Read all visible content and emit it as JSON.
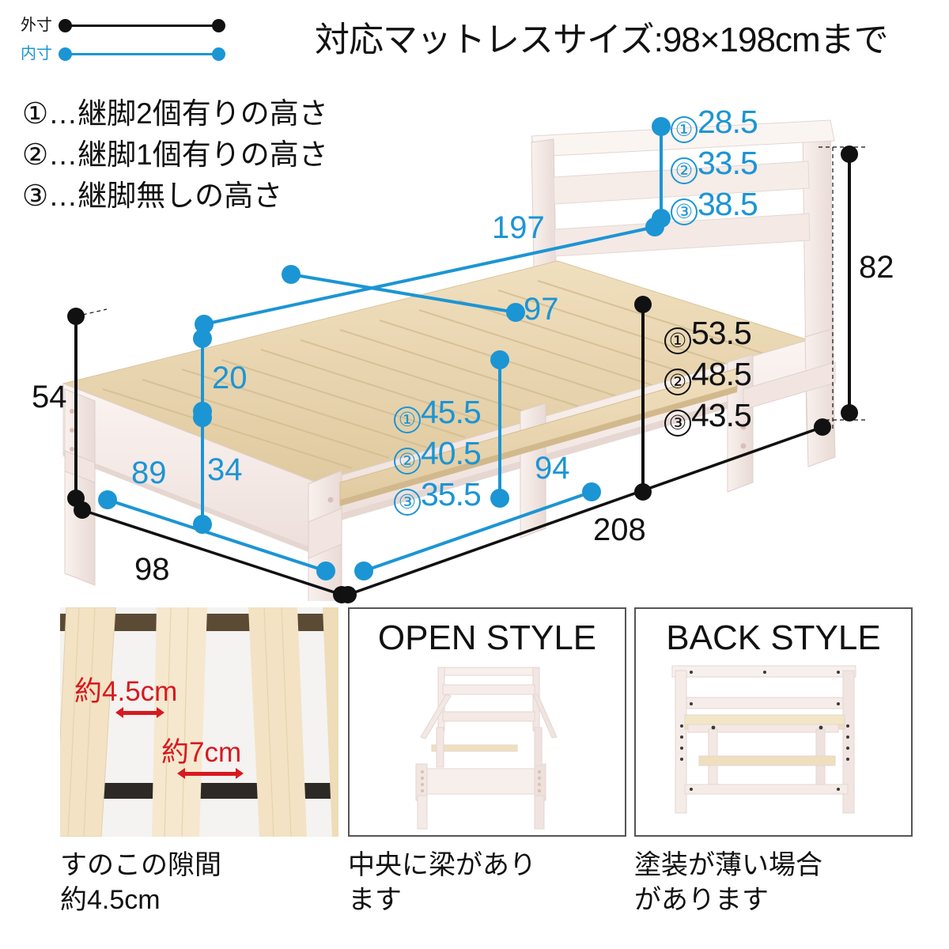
{
  "legend": {
    "outer": {
      "label": "外寸",
      "color": "#111111"
    },
    "inner": {
      "label": "内寸",
      "color": "#1c95d4"
    }
  },
  "title": "対応マットレスサイズ:98×198cmまで",
  "notes": [
    "①…継脚2個有りの高さ",
    "②…継脚1個有りの高さ",
    "③…継脚無しの高さ"
  ],
  "colors": {
    "outer_black": "#111111",
    "inner_blue": "#1c95d4",
    "red_annotation": "#d71920",
    "frame_white": "#f6ece9",
    "slat_wood": "#e9d6b2"
  },
  "dimensions": {
    "headboard_blue": {
      "type": "inner",
      "rows": [
        {
          "circle": "①",
          "value": "28.5"
        },
        {
          "circle": "②",
          "value": "33.5"
        },
        {
          "circle": "③",
          "value": "38.5"
        }
      ]
    },
    "under_bed_black": {
      "type": "outer",
      "rows": [
        {
          "circle": "①",
          "value": "53.5"
        },
        {
          "circle": "②",
          "value": "48.5"
        },
        {
          "circle": "③",
          "value": "43.5"
        }
      ]
    },
    "clearance_blue": {
      "type": "inner",
      "rows": [
        {
          "circle": "①",
          "value": "45.5"
        },
        {
          "circle": "②",
          "value": "40.5"
        },
        {
          "circle": "③",
          "value": "35.5"
        }
      ]
    },
    "length_inner": "197",
    "width_inner": "97",
    "slat_height_inner": "20",
    "leg_gap_inner": "34",
    "floor_width_inner": "89",
    "floor_length_inner": "94",
    "side_height_outer": "54",
    "headboard_height_outer": "82",
    "overall_width_outer": "98",
    "overall_length_outer": "208"
  },
  "panels": [
    {
      "id": "slat-gap",
      "style_label": "",
      "red_labels": [
        "約4.5cm",
        "約7cm"
      ],
      "caption": "すのこの隙間\n約4.5cm",
      "caption_lines": [
        "すのこの隙間",
        "約4.5cm"
      ]
    },
    {
      "id": "open-style",
      "style_label": "OPEN STYLE",
      "red_labels": [],
      "caption_lines": [
        "中央に梁があり",
        "ます"
      ]
    },
    {
      "id": "back-style",
      "style_label": "BACK STYLE",
      "red_labels": [],
      "caption_lines": [
        "塗装が薄い場合",
        "があります"
      ]
    }
  ]
}
